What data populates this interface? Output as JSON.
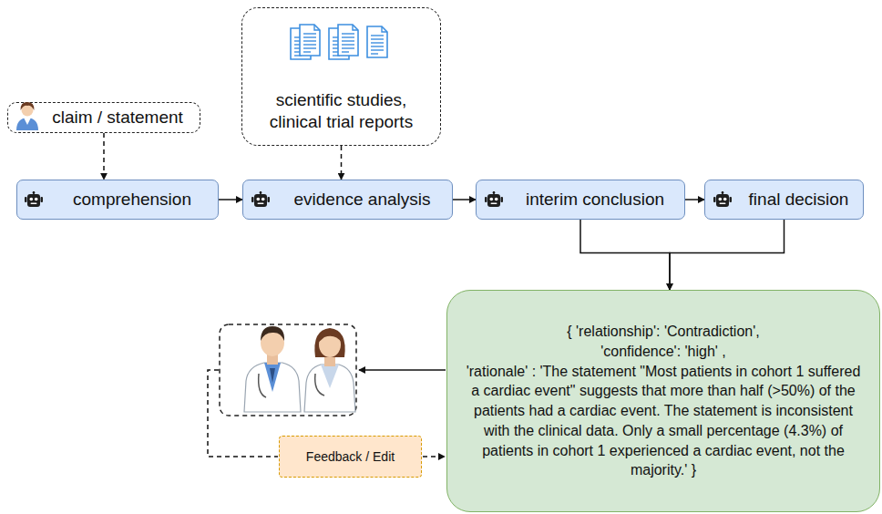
{
  "diagram": {
    "nodes": [
      {
        "text": [
          "claim / statement"
        ]
      },
      {
        "text": [
          "scientific studies, clinical trial reports"
        ]
      },
      {
        "text": [
          "comprehension"
        ]
      },
      {
        "text": [
          "evidence analysis"
        ]
      },
      {
        "text": [
          "interim conclusion"
        ]
      },
      {
        "text": [
          "final decision"
        ]
      },
      {
        "text": [
          "{ 'relationship': 'Contradiction',",
          "'confidence': 'high' ,",
          "'rationale' : 'The statement \"Most patients in cohort 1 suffered a cardiac event\" suggests that more than half (>50%) of the patients had a cardiac event. The statement is inconsistent with the clinical data. Only a small percentage (4.3%) of patients in cohort 1 experienced a cardiac event, not the majority.' }"
        ]
      },
      {
        "text": [
          "Feedback / Edit"
        ]
      }
    ],
    "edges": [
      {
        "from": 0,
        "to": 2,
        "arrow": "to"
      },
      {
        "from": 1,
        "to": 3,
        "arrow": "to"
      },
      {
        "from": 2,
        "to": 3,
        "arrow": "to"
      },
      {
        "from": 3,
        "to": 4,
        "arrow": "to"
      },
      {
        "from": 4,
        "to": 5,
        "arrow": "to"
      },
      {
        "from": 4,
        "to": 6,
        "arrow": "to"
      },
      {
        "from": 5,
        "to": 6,
        "arrow": "to"
      }
    ]
  }
}
